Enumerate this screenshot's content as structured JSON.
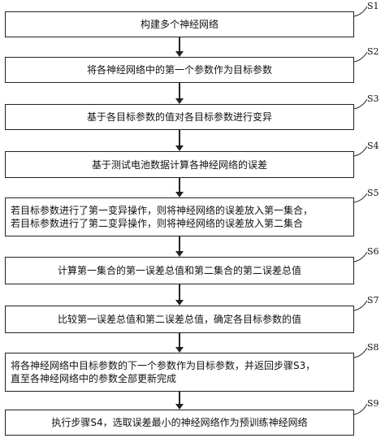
{
  "steps": [
    {
      "id": "S1",
      "lines": [
        "构建多个神经网络"
      ]
    },
    {
      "id": "S2",
      "lines": [
        "将各神经网络中的第一个参数作为目标参数"
      ]
    },
    {
      "id": "S3",
      "lines": [
        "基于各目标参数的值对各目标参数进行变异"
      ]
    },
    {
      "id": "S4",
      "lines": [
        "基于测试电池数据计算各神经网络的误差"
      ]
    },
    {
      "id": "S5",
      "lines": [
        "若目标参数进行了第一变异操作，则将神经网络的误差放入第一集合，",
        "若目标参数进行了第二变异操作，则将神经网络的误差放入第二集合"
      ]
    },
    {
      "id": "S6",
      "lines": [
        "计算第一集合的第一误差总值和第二集合的第二误差总值"
      ]
    },
    {
      "id": "S7",
      "lines": [
        "比较第一误差总值和第二误差总值，确定各目标参数的值"
      ]
    },
    {
      "id": "S8",
      "lines": [
        "将各神经网络中目标参数的下一个参数作为目标参数，并返回步骤S3，",
        "直至各神经网络中的参数全部更新完成"
      ]
    },
    {
      "id": "S9",
      "lines": [
        "执行步骤S4，选取误差最小的神经网络作为预训练神经网络"
      ]
    }
  ]
}
